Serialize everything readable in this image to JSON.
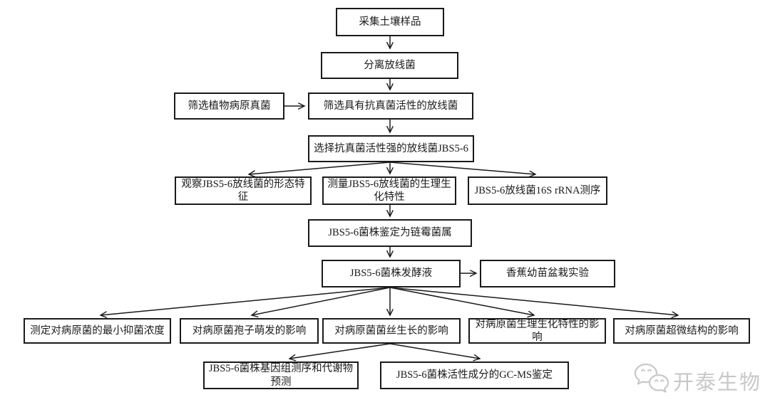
{
  "diagram": {
    "title": "JBS5-6 actinomycete screening flowchart",
    "nodes": {
      "collect_soil": "采集土壤样品",
      "isolate_actinomycetes": "分离放线菌",
      "screen_pathogenic_fungi": "筛选植物病原真菌",
      "screen_antifungal_actinomycetes": "筛选具有抗真菌活性的放线菌",
      "select_strong_strain": "选择抗真菌活性强的放线菌JBS5-6",
      "observe_morphology": "观察JBS5-6放线菌的形态特征",
      "measure_physiology": "测量JBS5-6放线菌的生理生化特性",
      "rrna_sequencing": "JBS5-6放线菌16S rRNA测序",
      "identify_streptomyces": "JBS5-6菌株鉴定为链霉菌属",
      "fermentation_broth": "JBS5-6菌株发酵液",
      "banana_pot_experiment": "香蕉幼苗盆栽实验",
      "mic_determination": "测定对病原菌的最小抑菌浓度",
      "spore_germination_effect": "对病原菌孢子萌发的影响",
      "mycelium_growth_effect": "对病原菌菌丝生长的影响",
      "physiology_effect": "对病原菌生理生化特性的影响",
      "ultrastructure_effect": "对病原菌超微结构的影响",
      "genome_sequencing": "JBS5-6菌株基因组测序和代谢物预测",
      "gcms_identification": "JBS5-6菌株活性成分的GC-MS鉴定"
    },
    "colors": {
      "line": "#1a1a1a",
      "box_border": "#1a1a1a",
      "text": "#1a1a1a",
      "background": "#ffffff",
      "watermark": "#c8c8c8"
    }
  },
  "watermark": {
    "brand": "开泰生物",
    "logo": "chat-bubbles-icon"
  }
}
